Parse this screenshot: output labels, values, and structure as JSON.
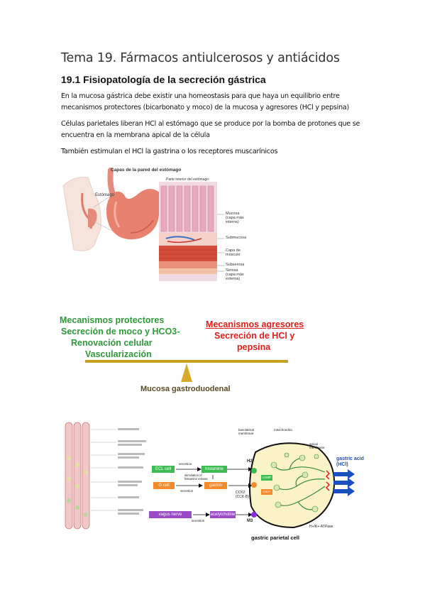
{
  "document": {
    "title": "Tema 19. Fármacos antiulcerosos y antiácidos",
    "section_heading": "19.1 Fisiopatología de la secreción gástrica",
    "paragraphs": [
      "En la mucosa gástrica debe existir una homeostasis para que haya un equilibrio entre mecanismos protectores (bicarbonato y moco) de la mucosa y agresores (HCl y pepsina)",
      "Células parietales liberan HCl al estómago que se produce por la bomba de protones que se encuentra en la membrana apical de la célula",
      "También estimulan el HCl la gastrina o los receptores muscarínicos"
    ]
  },
  "figure_stomach": {
    "title": "Capas de la pared del estómago",
    "inner_label": "Parte interior del estómago",
    "organ_label": "Estómago",
    "layers": [
      "Mucosa (capa más interna)",
      "Submucosa",
      "Capa de músculo",
      "Subserosa",
      "Serosa (capa más externa)"
    ]
  },
  "figure_balance": {
    "protective": [
      "Mecanismos protectores",
      "Secreción de moco y HCO3-",
      "Renovación celular",
      "Vascularización"
    ],
    "aggressive": [
      "Mecanismos agresores",
      "Secreción de HCl y",
      "pepsina"
    ],
    "base_label": "Mucosa gastroduodenal"
  },
  "figure_cell": {
    "boxes": {
      "ecl": "ECL cell",
      "g": "G cell",
      "vagus": "vagus nerve",
      "histamine": "histamine",
      "gastrin": "gastrin",
      "acetylcholine": "acetylcholine"
    },
    "arrows": {
      "secretion1": "secretion",
      "secretion2": "secretion",
      "secretion3": "secretion",
      "stim": "stimulation of histamine release"
    },
    "receptors": {
      "h2": "H2",
      "m3": "M3",
      "cck2": "CCK2 (CCK-B)",
      "camp": "cAMP",
      "ca": "Ca2+"
    },
    "labels": {
      "basal": "basolateral membrane",
      "mito": "mitochondria",
      "apical": "apical membrane",
      "acid": "gastric acid (HCl)",
      "atpase": "H+/K+-ATPase",
      "cell": "gastric parietal cell"
    }
  }
}
